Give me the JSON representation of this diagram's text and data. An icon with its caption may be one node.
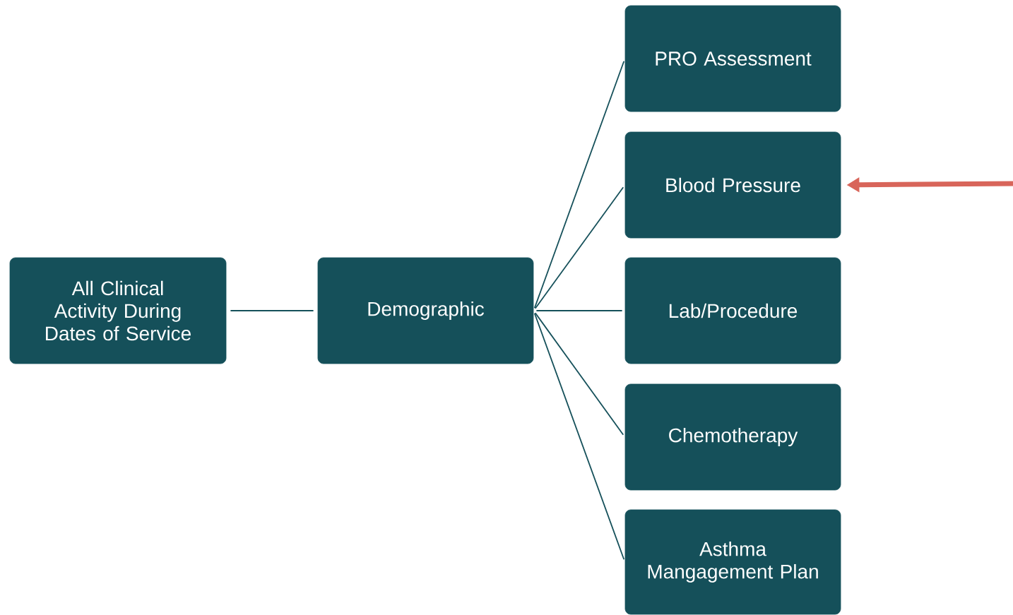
{
  "diagram": {
    "nodes": [
      {
        "text": [
          "All Clinical Activity During Dates of Service"
        ]
      },
      {
        "text": [
          "Demographic"
        ]
      },
      {
        "text": [
          "PRO Assessment"
        ]
      },
      {
        "text": [
          "Blood Pressure"
        ]
      },
      {
        "text": [
          "Lab/Procedure"
        ]
      },
      {
        "text": [
          "Chemotherapy"
        ]
      },
      {
        "text": [
          "Asthma Mangagement Plan"
        ]
      }
    ],
    "edges": [
      {
        "from": 0,
        "to": 1,
        "arrow": "none"
      },
      {
        "from": 1,
        "to": 2,
        "arrow": "none"
      },
      {
        "from": 1,
        "to": 3,
        "arrow": "none"
      },
      {
        "from": 1,
        "to": 4,
        "arrow": "none"
      },
      {
        "from": 1,
        "to": 5,
        "arrow": "none"
      },
      {
        "from": 1,
        "to": 6,
        "arrow": "none"
      },
      {
        "from": null,
        "to": 3,
        "arrow": "to",
        "style": "thick",
        "color": "#d8655a"
      }
    ]
  }
}
